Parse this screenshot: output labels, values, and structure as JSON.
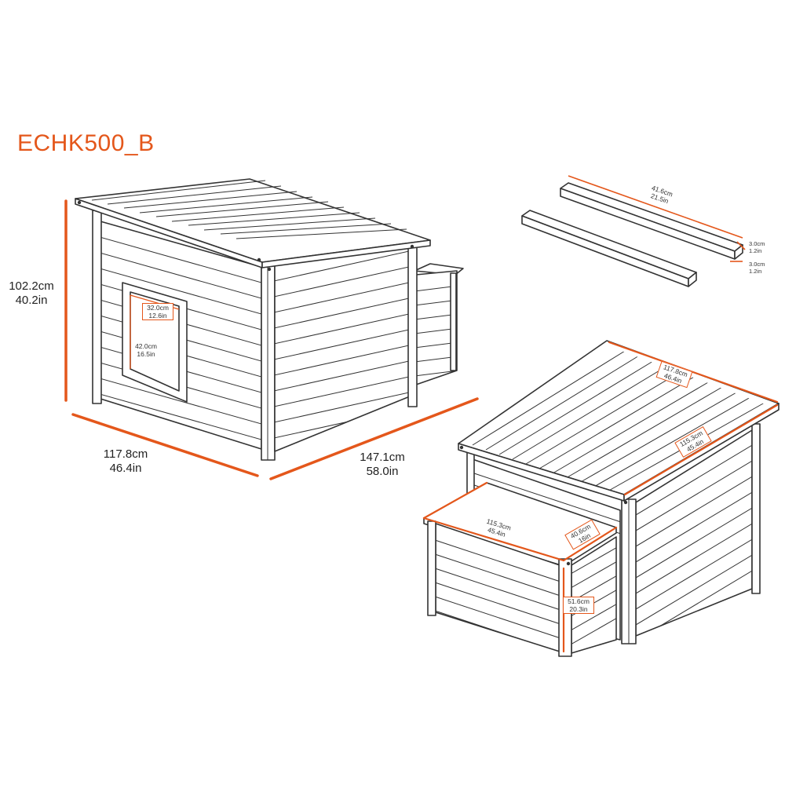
{
  "model": "ECHK500_B",
  "colors": {
    "accent": "#e4571b",
    "line": "#333333",
    "fill": "#ffffff"
  },
  "front_view": {
    "height": {
      "cm": "102.2cm",
      "in": "40.2in"
    },
    "depth": {
      "cm": "117.8cm",
      "in": "46.4in"
    },
    "length": {
      "cm": "147.1cm",
      "in": "58.0in"
    },
    "door_width": {
      "cm": "32.0cm",
      "in": "12.6in"
    },
    "door_height": {
      "cm": "42.0cm",
      "in": "16.5in"
    }
  },
  "rails": {
    "length": {
      "cm": "41.6cm",
      "in": "21.5in"
    },
    "width": {
      "cm": "3.0cm",
      "in": "1.2in"
    },
    "height": {
      "cm": "3.0cm",
      "in": "1.2in"
    }
  },
  "rear_view": {
    "roof_width": {
      "cm": "117.8cm",
      "in": "46.4in"
    },
    "roof_depth": {
      "cm": "115.3cm",
      "in": "45.4in"
    },
    "annex_width": {
      "cm": "115.3cm",
      "in": "45.4in"
    },
    "annex_depth": {
      "cm": "40.6cm",
      "in": "16in"
    },
    "annex_height": {
      "cm": "51.6cm",
      "in": "20.3in"
    }
  }
}
